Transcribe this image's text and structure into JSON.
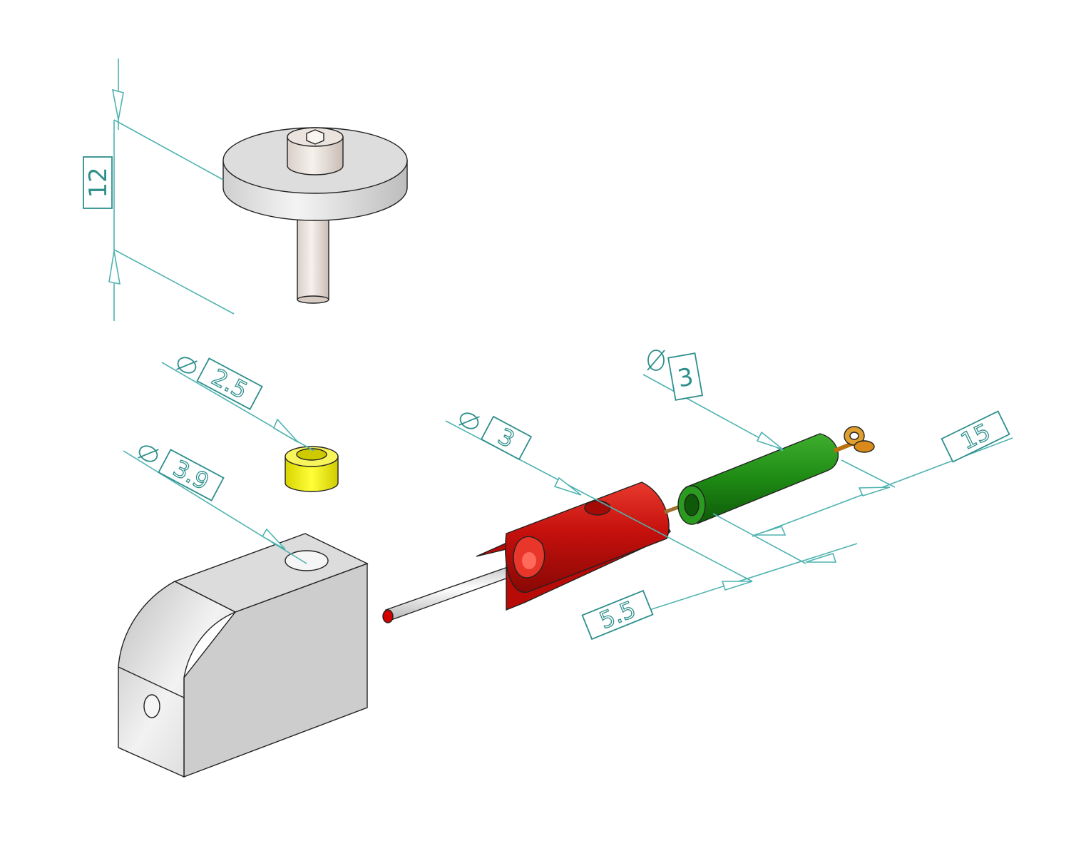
{
  "dimensions": {
    "height_12": "12",
    "dia_2_5": "2.5",
    "dia_3_9": "3.9",
    "dia_3_left": "3",
    "dia_3_right": "3",
    "length_15": "15",
    "length_5_5": "5.5"
  },
  "colors": {
    "dimension": "#4fb3b0",
    "dimension_text": "#2e8f8c",
    "block": "#d4d4d4",
    "washer": "#e6e6e6",
    "spacer": "#f2f000",
    "housing": "#d8150f",
    "tube": "#1e8a14",
    "connector": "#d98a1a"
  }
}
